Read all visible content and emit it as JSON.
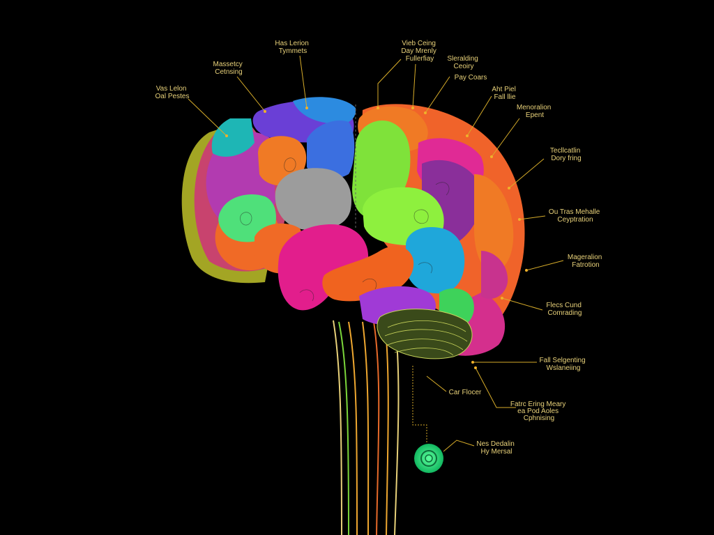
{
  "labels": [
    {
      "id": "l1",
      "lines": [
        "Has Lerion",
        "Tymmets"
      ]
    },
    {
      "id": "l2",
      "lines": [
        "Massetcy",
        "Cetnsing"
      ]
    },
    {
      "id": "l3",
      "lines": [
        "Vas Lelon",
        "Oal Pestes"
      ]
    },
    {
      "id": "l4",
      "lines": [
        "Vieb Ceing",
        "Day Mrenly",
        "Fullerfiay"
      ]
    },
    {
      "id": "l5",
      "lines": [
        "Sleralding",
        "Ceoiry"
      ]
    },
    {
      "id": "l6",
      "lines": [
        "Pay Coars"
      ]
    },
    {
      "id": "l7",
      "lines": [
        "Aht Piel",
        "Fall llie"
      ]
    },
    {
      "id": "l8",
      "lines": [
        "Menoralion",
        "Epent"
      ]
    },
    {
      "id": "l9",
      "lines": [
        "Tecllcatlin",
        "Dory fring"
      ]
    },
    {
      "id": "l10",
      "lines": [
        "Ou Tras Mehalle",
        "Ceyptration"
      ]
    },
    {
      "id": "l11",
      "lines": [
        "Mageralion",
        "Fatrotion"
      ]
    },
    {
      "id": "l12",
      "lines": [
        "Flecs Cund",
        "Comrading"
      ]
    },
    {
      "id": "l13",
      "lines": [
        "Fall Selgenting",
        "Wslaneiing"
      ]
    },
    {
      "id": "l14",
      "lines": [
        "Car Flocer"
      ]
    },
    {
      "id": "l15",
      "lines": [
        "Fatrc Ering Meary",
        "ea Pod Aoles",
        "Cphnising"
      ]
    },
    {
      "id": "l16",
      "lines": [
        "Nes Dedalin",
        "Hy Mersal"
      ]
    }
  ],
  "colors": {
    "background": "#000000",
    "label_text": "#e9d27a",
    "leader_line": "#d8ad2a",
    "accent_green": "#27d57a",
    "accent_orange": "#ff7a1c",
    "accent_magenta": "#e21e8c",
    "accent_purple": "#9a3fd1",
    "accent_cyan": "#1ea8d8",
    "accent_lime": "#7be22c",
    "accent_gray": "#9a9a9a"
  }
}
